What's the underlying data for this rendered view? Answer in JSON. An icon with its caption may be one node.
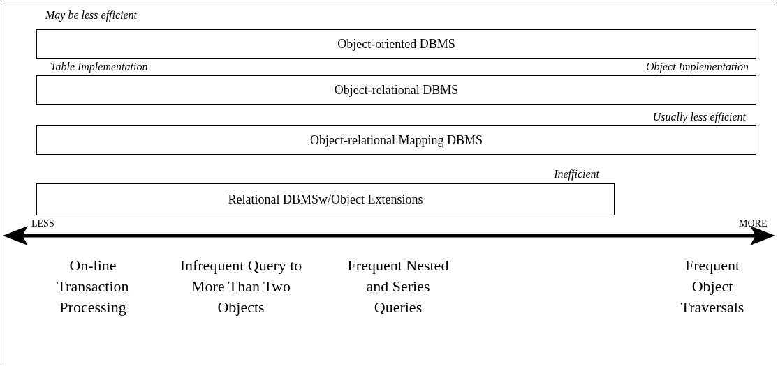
{
  "diagram": {
    "nodes": [
      {
        "text": [
          "Object-oriented DBMS"
        ],
        "beside": [
          "May be less efficient"
        ]
      },
      {
        "text": [
          "Object-relational DBMS"
        ],
        "beside": [
          "Table Implementation",
          "Object Implementation"
        ]
      },
      {
        "text": [
          "Object-relational Mapping DBMS"
        ],
        "beside": [
          "Usually less efficient"
        ]
      },
      {
        "text": [
          "Relational DBMSw/Object Extensions"
        ],
        "beside": [
          "Inefficient"
        ]
      }
    ],
    "edges": [],
    "labels": [
      "LESS",
      "MORE",
      "On-line Transaction Processing",
      "Infrequent Query to More Than Two Objects",
      "Frequent Nested and Series Queries",
      "Frequent Object Traversals"
    ]
  }
}
